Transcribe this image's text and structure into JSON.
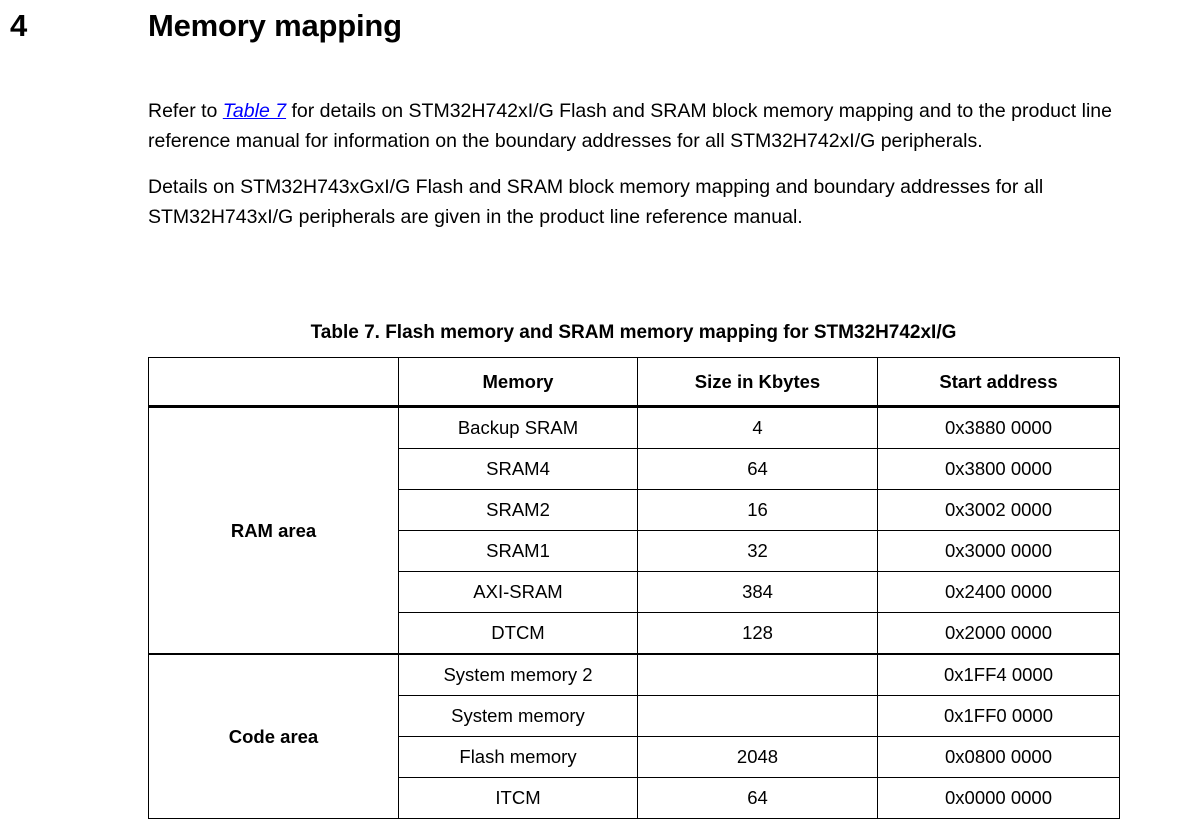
{
  "section": {
    "number": "4",
    "title": "Memory mapping"
  },
  "paragraphs": [
    {
      "id": "p1",
      "pre": "Refer to ",
      "xref": "Table 7",
      "post": " for details on STM32H742xI/G Flash and SRAM block memory mapping and to the product line reference manual for information on the boundary addresses for all STM32H742xI/G peripherals."
    },
    {
      "id": "p2",
      "text": "Details on STM32H743xGxI/G Flash and SRAM block memory mapping and boundary addresses for all STM32H743xI/G peripherals are given in the product line reference manual."
    }
  ],
  "table": {
    "caption": "Table 7. Flash memory and SRAM memory mapping for STM32H742xI/G",
    "headers": {
      "area": "",
      "memory": "Memory",
      "size": "Size in Kbytes",
      "address": "Start address"
    },
    "groups": [
      {
        "label": "RAM area",
        "rows": [
          {
            "memory": "Backup SRAM",
            "size": "4",
            "address": "0x3880 0000"
          },
          {
            "memory": "SRAM4",
            "size": "64",
            "address": "0x3800 0000"
          },
          {
            "memory": "SRAM2",
            "size": "16",
            "address": "0x3002 0000"
          },
          {
            "memory": "SRAM1",
            "size": "32",
            "address": "0x3000 0000"
          },
          {
            "memory": "AXI-SRAM",
            "size": "384",
            "address": "0x2400 0000"
          },
          {
            "memory": "DTCM",
            "size": "128",
            "address": "0x2000 0000"
          }
        ]
      },
      {
        "label": "Code area",
        "rows": [
          {
            "memory": "System memory 2",
            "size": "",
            "address": "0x1FF4 0000"
          },
          {
            "memory": "System memory",
            "size": "",
            "address": "0x1FF0 0000"
          },
          {
            "memory": "Flash memory",
            "size": "2048",
            "address": "0x0800 0000"
          },
          {
            "memory": "ITCM",
            "size": "64",
            "address": "0x0000 0000"
          }
        ]
      }
    ]
  },
  "colors": {
    "text": "#000000",
    "xref": "#0000ff",
    "rule": "#000000",
    "background": "#ffffff"
  }
}
